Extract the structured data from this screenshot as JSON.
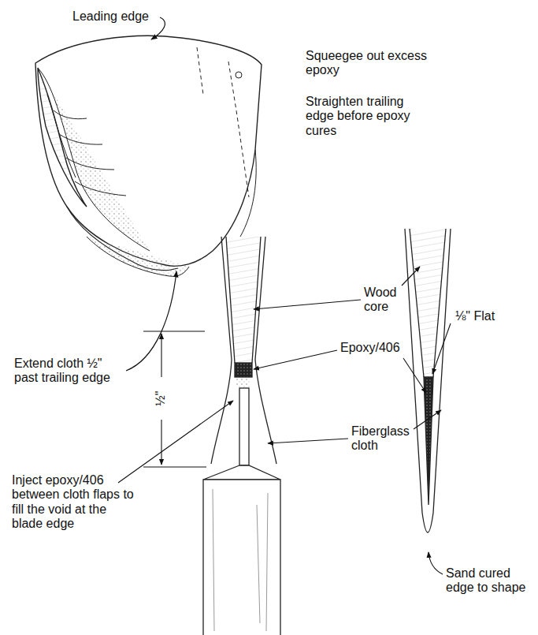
{
  "diagram": {
    "labels": [
      "Leading edge",
      "Squeegee out excess epoxy",
      "Straighten trailing edge before epoxy cures",
      "Extend cloth ½\" past trailing edge",
      "½\"",
      "Wood core",
      "⅛\" Flat",
      "Epoxy/406",
      "Fiberglass cloth",
      "Inject epoxy/406 between cloth flaps to fill the void at the blade edge",
      "Sand cured edge to shape"
    ]
  }
}
